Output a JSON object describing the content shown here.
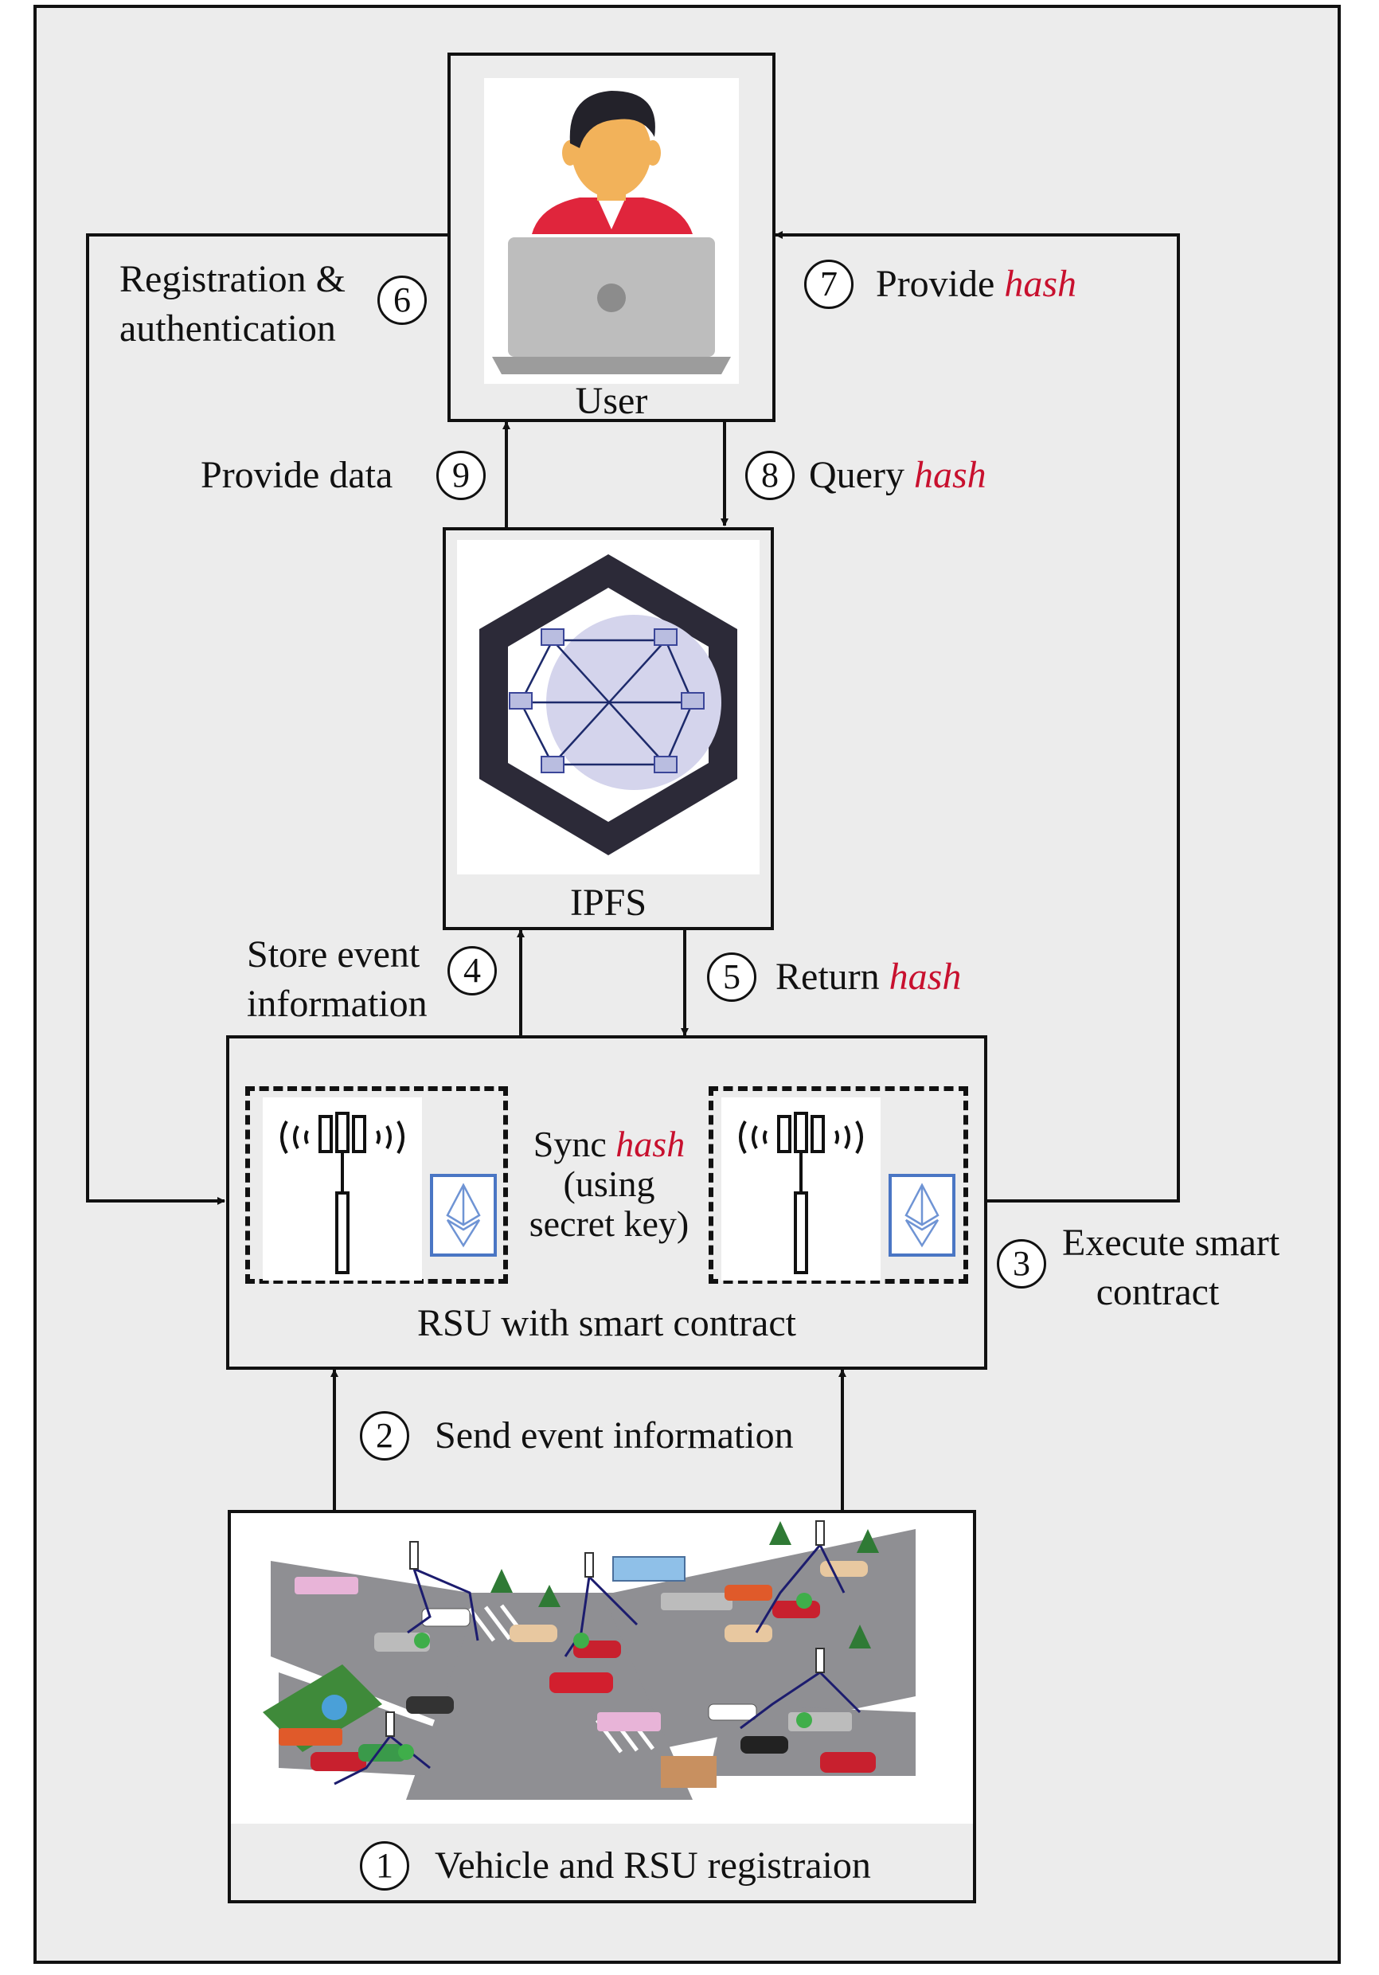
{
  "nodes": {
    "user": "User",
    "ipfs": "IPFS",
    "rsu": "RSU with smart contract"
  },
  "steps": [
    {
      "n": "1",
      "text": "Vehicle and RSU registraion"
    },
    {
      "n": "2",
      "text": "Send event information"
    },
    {
      "n": "3",
      "text": "Execute smart",
      "text2": "contract"
    },
    {
      "n": "4",
      "text": "Store event",
      "text2": "information"
    },
    {
      "n": "5",
      "text": "Return",
      "hash": "hash"
    },
    {
      "n": "6",
      "text": "Registration &",
      "text2": "authentication"
    },
    {
      "n": "7",
      "text": "Provide",
      "hash": "hash"
    },
    {
      "n": "8",
      "text": "Query",
      "hash": "hash"
    },
    {
      "n": "9",
      "text": "Provide data"
    }
  ],
  "sync": {
    "line1": "Sync",
    "hash": "hash",
    "line2": "(using",
    "line3": "secret key)"
  },
  "icons": [
    "user-laptop-icon",
    "ipfs-hexagon-icon",
    "rsu-tower-icon",
    "ethereum-icon",
    "city-traffic-illustration"
  ],
  "colors": {
    "hash": "#c8102e",
    "panel": "#ececec",
    "ink": "#111111"
  }
}
